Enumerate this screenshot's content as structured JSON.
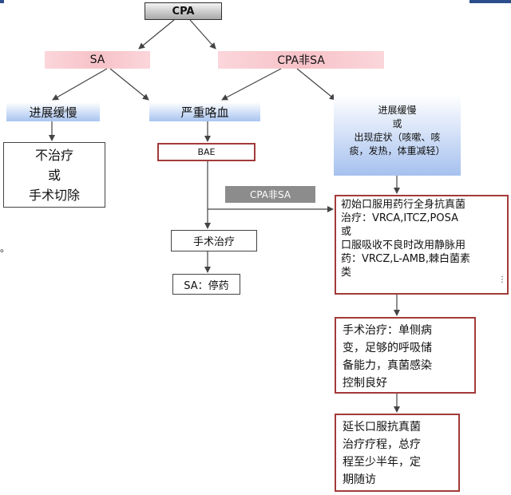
{
  "nodes": {
    "cpa": "CPA",
    "sa": "SA",
    "cpa_non_sa": "CPA非SA",
    "slow_progress_sa": "进展缓慢",
    "severe_hemoptysis": "严重咯血",
    "slow_progress_cpa": {
      "lines": [
        "进展缓慢",
        "或",
        "出现症状（咳嗽、咳",
        "痰，发热，体重减轻）"
      ]
    },
    "no_treatment": {
      "lines": [
        "不治疗",
        "或",
        "手术切除"
      ]
    },
    "bae": "BAE",
    "cpa_non_sa_label": "CPA非SA",
    "initial_oral_antifungal": {
      "lines": [
        "初始口服用药行全身抗真菌",
        "治疗：VRCA,ITCZ,POSA",
        "或",
        "口服吸收不良时改用静脉用",
        "药：VRCZ,L-AMB,棘白菌素",
        "类"
      ]
    },
    "surgery_sa_branch": "手术治疗",
    "sa_stop_drug": "SA：停药",
    "surgery_conditions": {
      "lines": [
        "手术治疗：单侧病",
        "变，足够的呼吸储",
        "备能力，真菌感染",
        "控制良好"
      ]
    },
    "extend_oral_antifungal": {
      "lines": [
        "延长口服抗真菌",
        "治疗疗程，总疗",
        "程至少半年，定",
        "期随访"
      ]
    }
  },
  "artifacts": {
    "stray_dot": "。",
    "stray_colon": "⋮"
  },
  "colors": {
    "top_bar": "#2c4f8c",
    "pink_header": "#f6c2c8",
    "blue_header": "#a8c4f0",
    "red_border": "#a33a3a",
    "grey_label": "#8c8c8c",
    "arrow": "#444444"
  }
}
